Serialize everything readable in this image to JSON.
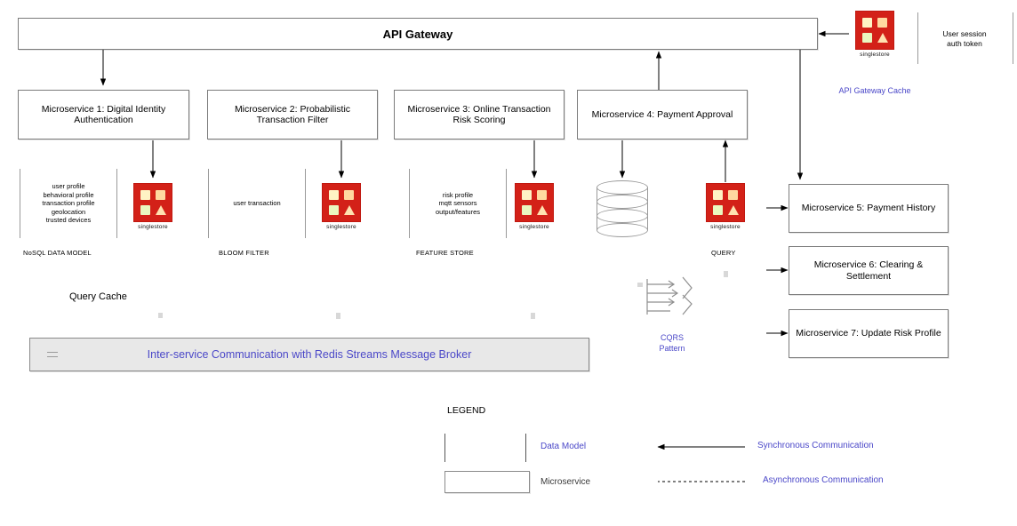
{
  "diagram": {
    "gateway": {
      "label": "API Gateway"
    },
    "microservices": [
      {
        "id": "ms1",
        "label": "Microservice 1: Digital Identity Authentication"
      },
      {
        "id": "ms2",
        "label": "Microservice 2: Probabilistic Transaction Filter"
      },
      {
        "id": "ms3",
        "label": "Microservice 3: Online Transaction Risk Scoring"
      },
      {
        "id": "ms4",
        "label": "Microservice 4: Payment Approval"
      },
      {
        "id": "ms5",
        "label": "Microservice 5: Payment History"
      },
      {
        "id": "ms6",
        "label": "Microservice 6: Clearing & Settlement"
      },
      {
        "id": "ms7",
        "label": "Microservice 7: Update Risk Profile"
      }
    ],
    "data_models": [
      {
        "id": "dm1",
        "fields": "user profile\nbehavioral profile\ntransaction profile\ngeolocation\ntrusted devices",
        "caption": "NoSQL DATA MODEL"
      },
      {
        "id": "dm2",
        "fields": "user transaction",
        "caption": "BLOOM FILTER"
      },
      {
        "id": "dm3",
        "fields": "risk profile\nmqtt sensors\noutput/features",
        "caption": "FEATURE STORE"
      }
    ],
    "stores": [
      {
        "id": "store1",
        "logo": "singlestore-logo",
        "name": "singlestore"
      },
      {
        "id": "store2",
        "logo": "singlestore-logo",
        "name": "singlestore"
      },
      {
        "id": "store3",
        "logo": "singlestore-logo",
        "name": "singlestore"
      },
      {
        "id": "store4",
        "logo": "singlestore-logo",
        "name": "singlestore",
        "caption": "QUERY"
      },
      {
        "id": "store_gateway",
        "logo": "singlestore-logo",
        "name": "singlestore",
        "caption": "API Gateway Cache"
      }
    ],
    "db_cylinder": {
      "id": "db1",
      "icon": "database-cylinder-icon"
    },
    "annotations": {
      "user_session": "User session\nauth token",
      "query_cache": "Query Cache",
      "cqrs": "CQRS\nPattern"
    },
    "broker": {
      "label": "Inter-service Communication with Redis Streams Message Broker"
    },
    "legend": {
      "title": "LEGEND",
      "items": [
        {
          "shape": "bracket",
          "label": "Data Model"
        },
        {
          "shape": "rectangle",
          "label": "Microservice"
        },
        {
          "shape": "solid-arrow",
          "label": "Synchronous Communication"
        },
        {
          "shape": "dashed-arrow",
          "label": "Asynchronous Communication"
        }
      ]
    },
    "colors": {
      "accent_blue": "#4a47c8",
      "store_red": "#d32118",
      "box_border": "#7b7b7b",
      "broker_bg": "#e8e8e8"
    }
  }
}
